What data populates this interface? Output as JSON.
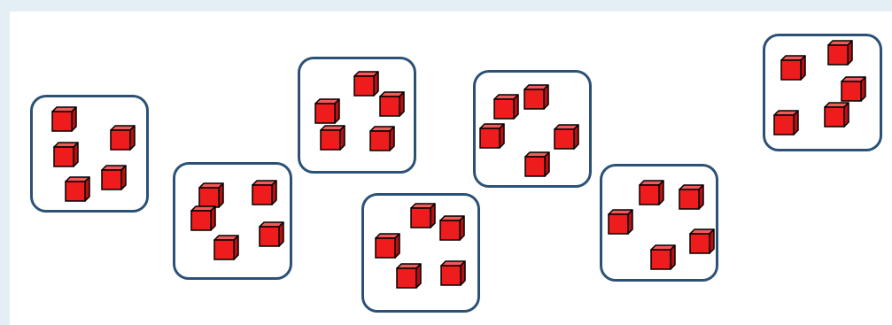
{
  "colors": {
    "background": "#e3eef5",
    "canvas": "#ffffff",
    "group_border": "#2b5276",
    "cube_front": "#ee1c1c",
    "cube_top": "#f25a5a",
    "cube_side": "#b81010",
    "cube_outline": "#000000"
  },
  "icon": "red-cube-icon",
  "groups": [
    {
      "name": "group-1",
      "cube_count": 5
    },
    {
      "name": "group-2",
      "cube_count": 5
    },
    {
      "name": "group-3",
      "cube_count": 5
    },
    {
      "name": "group-4",
      "cube_count": 5
    },
    {
      "name": "group-5",
      "cube_count": 5
    },
    {
      "name": "group-6",
      "cube_count": 5
    },
    {
      "name": "group-7",
      "cube_count": 5
    }
  ]
}
